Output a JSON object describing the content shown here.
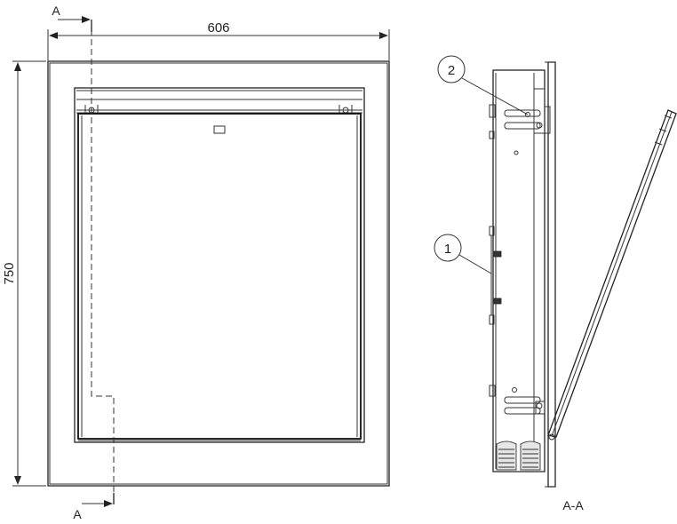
{
  "dimensions": {
    "width_label": "606",
    "height_label": "750"
  },
  "section_marks": {
    "top": "A",
    "bottom": "A"
  },
  "callouts": {
    "one": "1",
    "two": "2"
  },
  "section_caption": "A-A"
}
